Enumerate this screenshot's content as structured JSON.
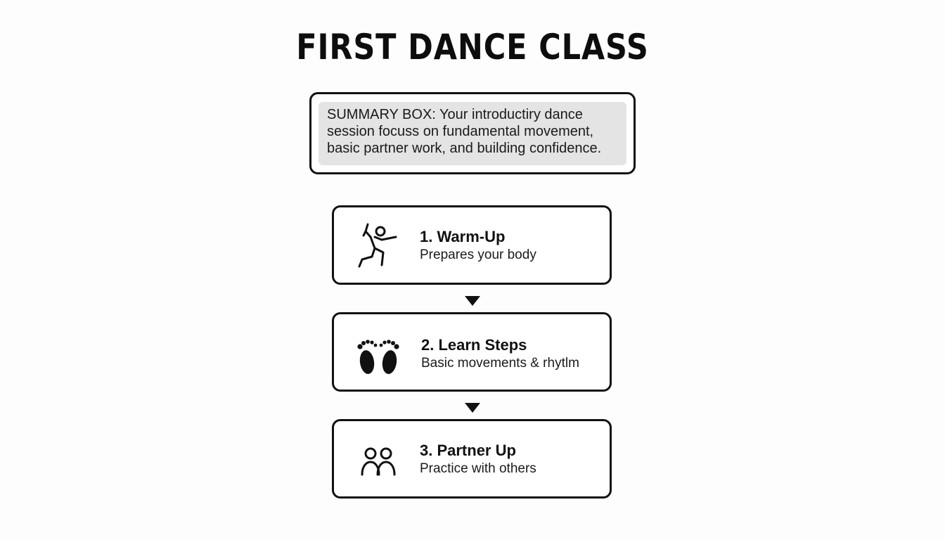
{
  "title": "FIRST DANCE CLASS",
  "summary": {
    "text": "SUMMARY BOX: Your introductiry dance session focuss on fundamental movement, basic partner work, and building confidence."
  },
  "steps": [
    {
      "title": "1. Warm-Up",
      "description": "Prepares your body",
      "icon": "dancer-icon"
    },
    {
      "title": "2. Learn Steps",
      "description": "Basic movements & rhytlm",
      "icon": "footprints-icon"
    },
    {
      "title": "3. Partner Up",
      "description": "Practice with others",
      "icon": "people-icon"
    }
  ],
  "colors": {
    "background": "#fdfdfd",
    "border": "#111111",
    "summary_fill": "#e4e4e4"
  }
}
